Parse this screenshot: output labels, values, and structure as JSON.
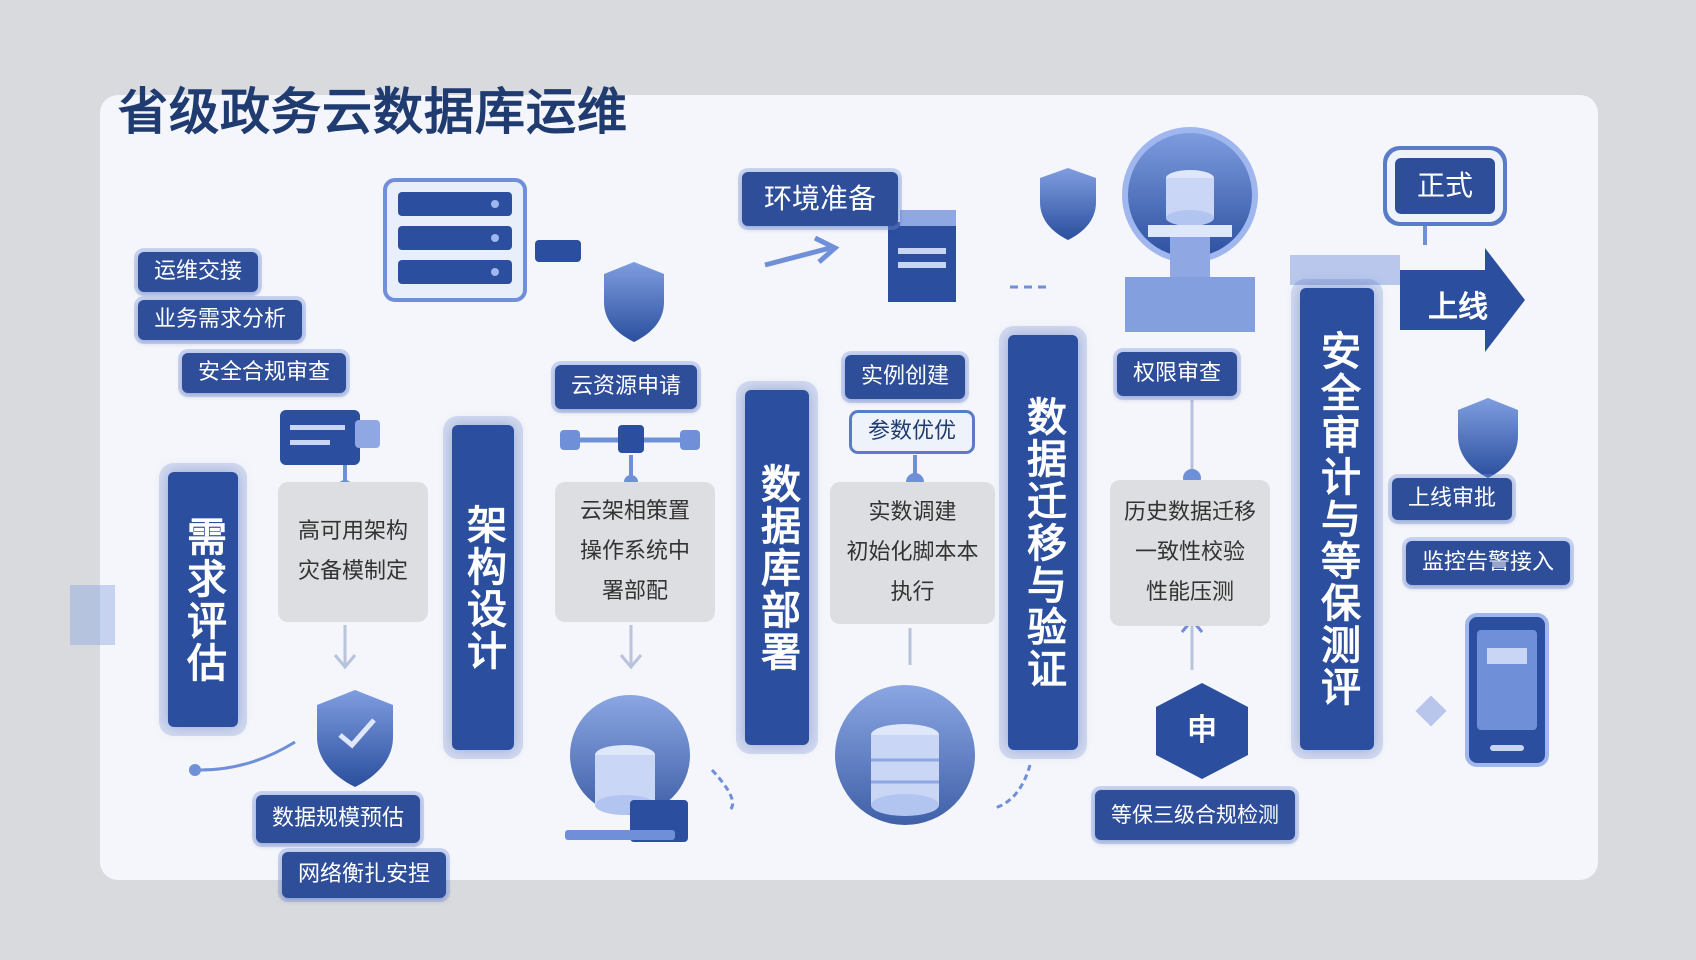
{
  "title": "省级政务云数据库运维",
  "stages": [
    {
      "label": "需求评估"
    },
    {
      "label": "架构设计"
    },
    {
      "label": "数据库部署"
    },
    {
      "label": "数据迁移与验证"
    },
    {
      "label": "安全审计与等保测评"
    }
  ],
  "requirements": {
    "items": [
      "运维交接",
      "业务需求分析",
      "安全合规审查"
    ],
    "bottom_items": [
      "数据规模预估",
      "网络衡扎安捏"
    ]
  },
  "architecture": {
    "details": [
      "高可用架构",
      "灾备模制定"
    ]
  },
  "cloud": {
    "apply_label": "云资源申请",
    "details": [
      "云架相策置",
      "操作系统中",
      "署部配"
    ]
  },
  "env": {
    "label": "环境准备"
  },
  "deploy": {
    "items": [
      "实例创建",
      "参数优优"
    ],
    "details": [
      "实数调建",
      "初始化脚本本",
      "执行"
    ]
  },
  "migration": {
    "perm_label": "权限审查",
    "details": [
      "历史数据迁移",
      "一致性校验",
      "性能压测"
    ],
    "hex_label": "申",
    "compliance_label": "等保三级合规检测"
  },
  "launch": {
    "formal_label": "正式",
    "online_label": "上线",
    "items": [
      "上线审批",
      "监控告警接入"
    ]
  },
  "colors": {
    "primary": "#2b4f9e",
    "dark": "#1f3b6f",
    "light": "#6f8fd8",
    "grey": "#dddee1"
  }
}
